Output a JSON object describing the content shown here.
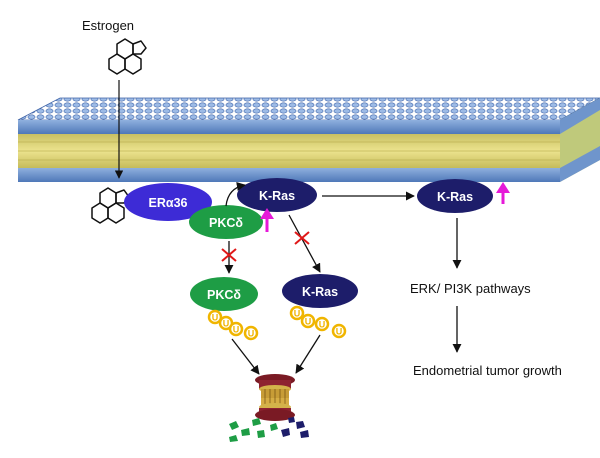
{
  "labels": {
    "estrogen": "Estrogen",
    "pathways": "ERK/ PI3K  pathways",
    "outcome": "Endometrial tumor growth"
  },
  "nodes": {
    "er_alpha36": "ERα36",
    "pkc_membrane": "PKCδ",
    "kras_membrane": "K-Ras",
    "kras_right": "K-Ras",
    "pkc_degraded": "PKCδ",
    "kras_degraded": "K-Ras"
  },
  "ubiquitin_symbol": "U",
  "colors": {
    "er_alpha36": "#3d2bd6",
    "pkc": "#1e9d45",
    "kras": "#1d1d6a",
    "upregulation_arrow": "#e619d8",
    "inhibition_mark": "#e01818",
    "ubiquitin": "#f0b500",
    "membrane_head": "#6b90c9",
    "membrane_core": "#d8cf74"
  },
  "icons": [
    "estrogen-molecule-icon",
    "proteasome-icon",
    "ubiquitin-icon",
    "upregulation-arrow-icon",
    "inhibition-x-icon"
  ]
}
